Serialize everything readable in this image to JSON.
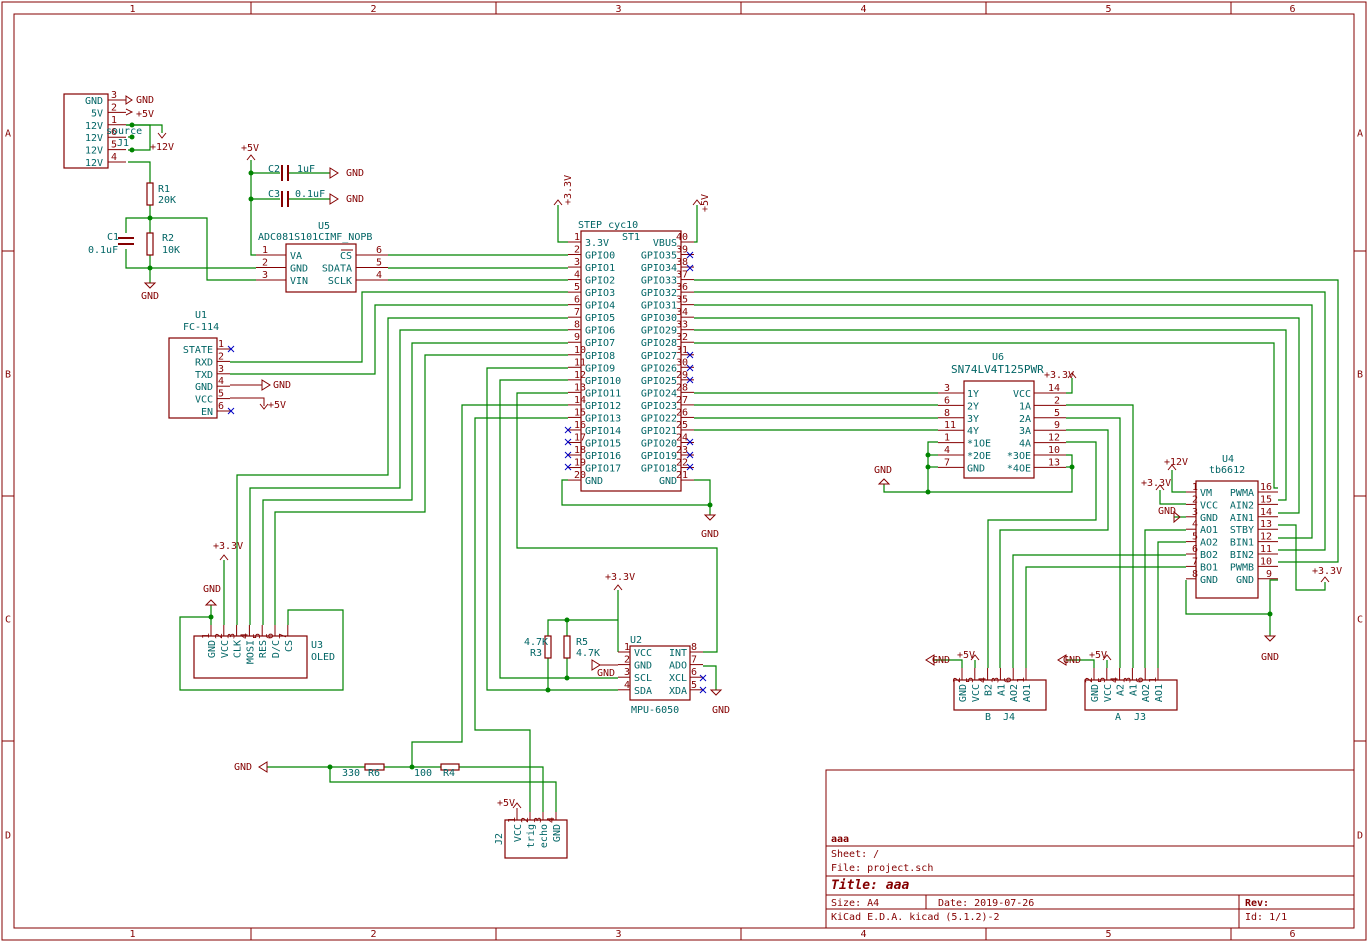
{
  "title_block": {
    "company": "aaa",
    "sheet": "Sheet: /",
    "file": "File: project.sch",
    "title": "Title: aaa",
    "size": "Size: A4",
    "date": "Date: 2019-07-26",
    "rev": "Rev:",
    "tool": "KiCad E.D.A.  kicad (5.1.2)-2",
    "id": "Id: 1/1"
  },
  "frame": {
    "columns": [
      "1",
      "2",
      "3",
      "4",
      "5",
      "6"
    ],
    "rows": [
      "A",
      "B",
      "C",
      "D"
    ]
  },
  "power": {
    "label": "source",
    "ref": "J1",
    "pins": [
      "GND",
      "5V",
      "12V",
      "12V",
      "12V",
      "12V"
    ],
    "numbers": [
      "3",
      "2",
      "1",
      "6",
      "5",
      "4"
    ]
  },
  "resistors": {
    "r1": {
      "ref": "R1",
      "value": "20K"
    },
    "r2": {
      "ref": "R2",
      "value": "10K"
    },
    "c1": {
      "ref": "C1",
      "value": "0.1uF"
    },
    "c2": {
      "ref": "C2",
      "value": "1uF"
    },
    "c3": {
      "ref": "C3",
      "value": "0.1uF"
    },
    "r3": {
      "ref": "R3",
      "value": "4.7K"
    },
    "r5": {
      "ref": "R5",
      "value": "4.7K"
    },
    "r6": {
      "ref": "R6",
      "value": "330"
    },
    "r4": {
      "ref": "R4",
      "value": "100"
    }
  },
  "nets": {
    "gnd": "GND",
    "v5": "+5V",
    "v12": "+12V",
    "v33": "+3.3V"
  },
  "u5": {
    "ref": "U5",
    "value": "ADC081S101CIMF_NOPB",
    "left": [
      "VA",
      "GND",
      "VIN"
    ],
    "left_nums": [
      "1",
      "2",
      "3"
    ],
    "right": [
      "CS",
      "SDATA",
      "SCLK"
    ],
    "right_nums": [
      "6",
      "5",
      "4"
    ]
  },
  "st1": {
    "ref": "ST1",
    "value": "STEP cyc10",
    "left": [
      "3.3V",
      "GPIO0",
      "GPIO1",
      "GPIO2",
      "GPIO3",
      "GPIO4",
      "GPIO5",
      "GPIO6",
      "GPIO7",
      "GPIO8",
      "GPIO9",
      "GPIO10",
      "GPIO11",
      "GPIO12",
      "GPIO13",
      "GPIO14",
      "GPIO15",
      "GPIO16",
      "GPIO17",
      "GND"
    ],
    "left_nums": [
      "1",
      "2",
      "3",
      "4",
      "5",
      "6",
      "7",
      "8",
      "9",
      "10",
      "11",
      "12",
      "13",
      "14",
      "15",
      "16",
      "17",
      "18",
      "19",
      "20"
    ],
    "right": [
      "VBUS",
      "GPIO35",
      "GPIO34",
      "GPIO33",
      "GPIO32",
      "GPIO31",
      "GPIO30",
      "GPIO29",
      "GPIO28",
      "GPIO27",
      "GPIO26",
      "GPIO25",
      "GPIO24",
      "GPIO23",
      "GPIO22",
      "GPIO21",
      "GPIO20",
      "GPIO19",
      "GPIO18",
      "GND"
    ],
    "right_nums": [
      "40",
      "39",
      "38",
      "37",
      "36",
      "35",
      "34",
      "33",
      "32",
      "31",
      "30",
      "29",
      "28",
      "27",
      "26",
      "25",
      "24",
      "23",
      "22",
      "21"
    ]
  },
  "u1": {
    "ref": "U1",
    "value": "FC-114",
    "pins": [
      "STATE",
      "RXD",
      "TXD",
      "GND",
      "VCC",
      "EN"
    ],
    "nums": [
      "1",
      "2",
      "3",
      "4",
      "5",
      "6"
    ]
  },
  "u6": {
    "ref": "U6",
    "value": "SN74LV4T125PWR",
    "left": [
      "1Y",
      "2Y",
      "3Y",
      "4Y",
      "*1OE",
      "*2OE",
      "GND"
    ],
    "left_nums": [
      "3",
      "6",
      "8",
      "11",
      "1",
      "4",
      "7"
    ],
    "right": [
      "VCC",
      "1A",
      "2A",
      "3A",
      "4A",
      "*3OE",
      "*4OE"
    ],
    "right_nums": [
      "14",
      "2",
      "5",
      "9",
      "12",
      "10",
      "13"
    ]
  },
  "u4": {
    "ref": "U4",
    "value": "tb6612",
    "left": [
      "VM",
      "VCC",
      "GND",
      "AO1",
      "AO2",
      "BO2",
      "BO1",
      "GND"
    ],
    "left_nums": [
      "1",
      "2",
      "3",
      "4",
      "5",
      "6",
      "7",
      "8"
    ],
    "right": [
      "PWMA",
      "AIN2",
      "AIN1",
      "STBY",
      "BIN1",
      "BIN2",
      "PWMB",
      "GND"
    ],
    "right_nums": [
      "16",
      "15",
      "14",
      "13",
      "12",
      "11",
      "10",
      "9"
    ]
  },
  "u3": {
    "ref": "U3",
    "value": "OLED",
    "pins": [
      "GND",
      "VCC",
      "CLK",
      "MOSI",
      "RES",
      "D/C",
      "CS"
    ],
    "nums": [
      "1",
      "2",
      "3",
      "4",
      "5",
      "6",
      "7"
    ]
  },
  "u2": {
    "ref": "U2",
    "value": "MPU-6050",
    "left": [
      "VCC",
      "GND",
      "SCL",
      "SDA"
    ],
    "left_nums": [
      "1",
      "2",
      "3",
      "4"
    ],
    "right": [
      "INT",
      "ADO",
      "XCL",
      "XDA"
    ],
    "right_nums": [
      "8",
      "7",
      "6",
      "5"
    ]
  },
  "j4": {
    "ref": "J4",
    "value": "B",
    "pins": [
      "GND",
      "VCC",
      "B2",
      "A1",
      "AO2",
      "AO1"
    ],
    "nums": [
      "2",
      "5",
      "4",
      "3",
      "6",
      "1"
    ]
  },
  "j3": {
    "ref": "J3",
    "value": "A",
    "pins": [
      "GND",
      "VCC",
      "A2",
      "A1",
      "AO2",
      "AO1"
    ],
    "nums": [
      "2",
      "5",
      "4",
      "3",
      "6",
      "1"
    ]
  },
  "j2": {
    "ref": "J2",
    "pins": [
      "VCC",
      "trig",
      "echo",
      "GND"
    ],
    "nums": [
      "1",
      "2",
      "3",
      "4"
    ]
  }
}
